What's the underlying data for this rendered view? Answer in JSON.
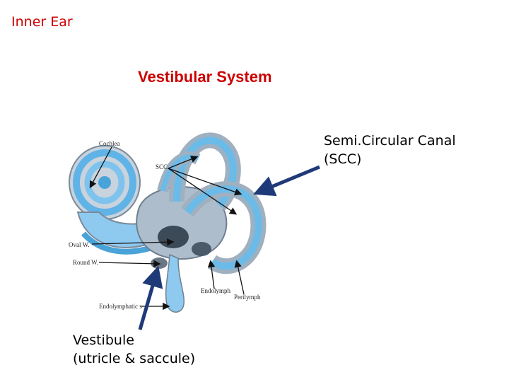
{
  "header": {
    "corner_title": "Inner Ear",
    "title": "Vestibular System"
  },
  "callouts": {
    "scc": {
      "line1": "Semi.Circular Canal",
      "line2": "(SCC)"
    },
    "vestibule": {
      "line1": "Vestibule",
      "line2": "(utricle & saccule)"
    }
  },
  "diagram_labels": {
    "cochlea": "Cochlea",
    "scc": "SCC",
    "oval_window": "Oval W.",
    "round_window": "Round W.",
    "endolymph": "Endolymph",
    "perilymph": "Perilymph",
    "endolymphatic_sac": "Endolymphatic s"
  },
  "colors": {
    "title": "#cc0000",
    "arrow": "#1f3a78",
    "fluid": "#5fb3e6",
    "bone": "#b8c4d0"
  }
}
